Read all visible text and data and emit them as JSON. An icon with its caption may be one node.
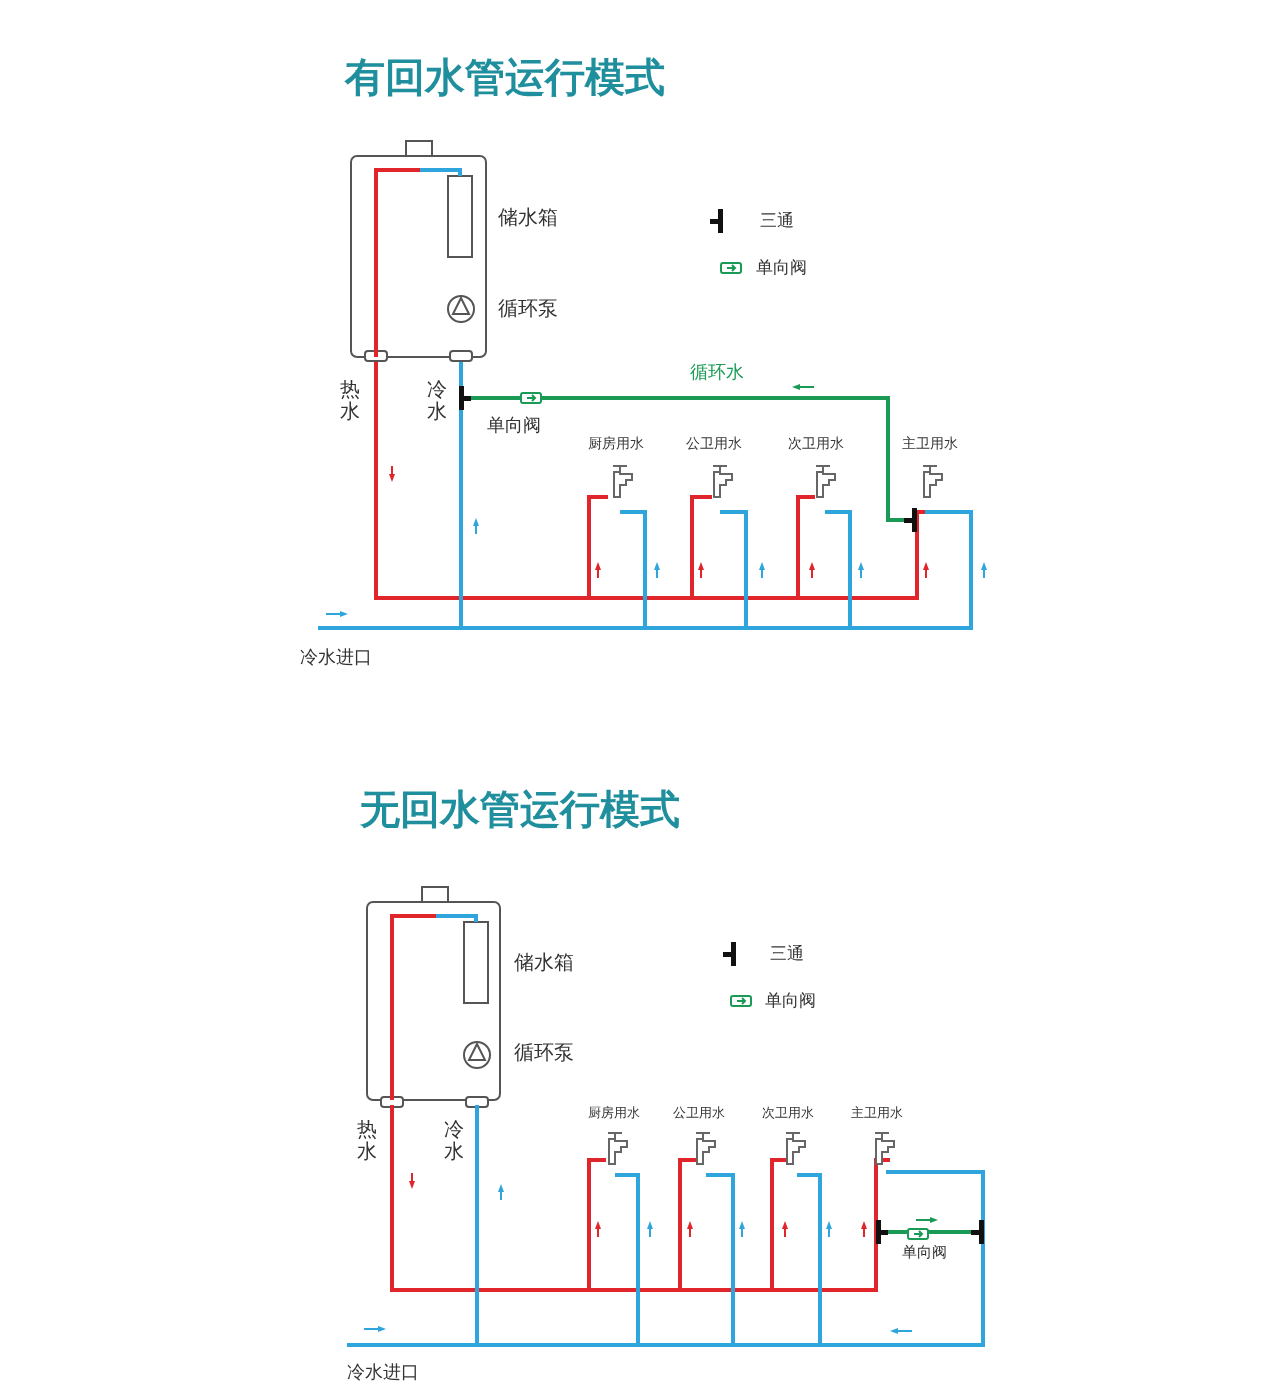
{
  "diagram": {
    "labels": [
      "有回水管运行模式",
      "储水箱",
      "循环泵",
      "热水",
      "冷水",
      "循环水",
      "单向阀",
      "厨房用水",
      "公卫用水",
      "次卫用水",
      "主卫用水",
      "冷水进口",
      "无回水管运行模式",
      "储水箱",
      "循环泵",
      "热水",
      "冷水",
      "厨房用水",
      "公卫用水",
      "次卫用水",
      "主卫用水",
      "单向阀",
      "冷水进口"
    ],
    "legend": [
      {
        "text": "三通"
      },
      {
        "text": "单向阀"
      },
      {
        "text": "三通"
      },
      {
        "text": "单向阀"
      }
    ]
  }
}
